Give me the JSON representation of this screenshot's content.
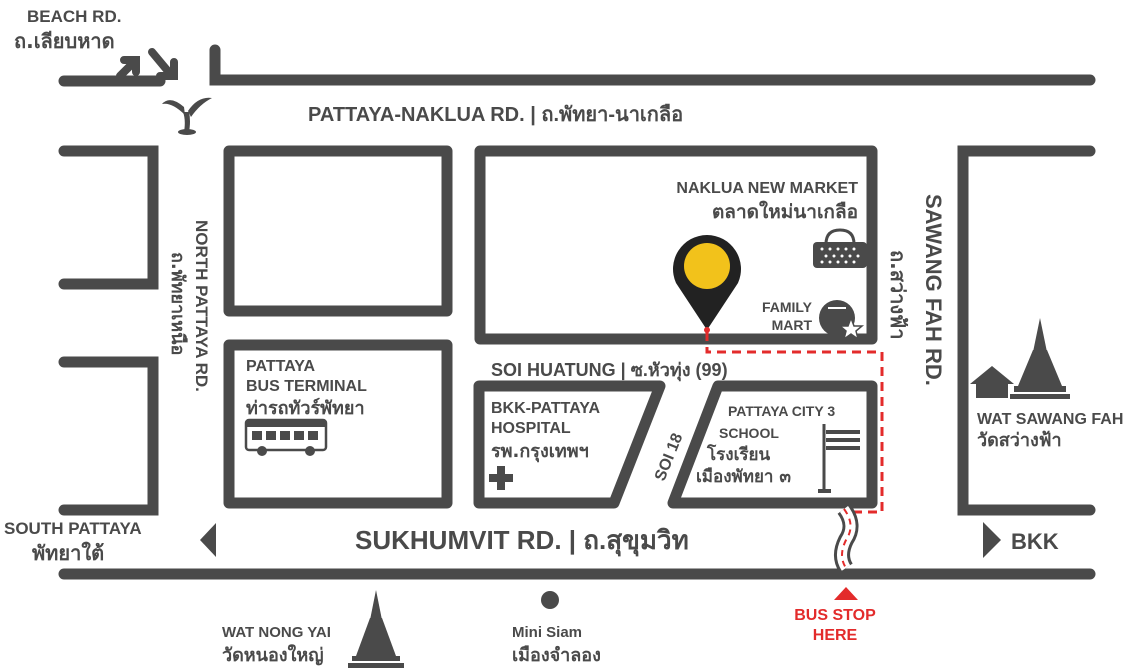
{
  "roads": {
    "beach": {
      "en": "BEACH RD.",
      "th": "ถ.เลียบหาด"
    },
    "naklua": "PATTAYA-NAKLUA RD. | ถ.พัทยา-นาเกลือ",
    "north_pattaya": {
      "en": "NORTH PATTAYA RD.",
      "th": "ถ.พัทยาเหนือ"
    },
    "sawang_fah": {
      "en": "SAWANG FAH RD.",
      "th": "ถ.สว่างฟ้า"
    },
    "soi_huatung": "SOI HUATUNG | ซ.หัวทุ่ง (99)",
    "soi_18": "SOI 18",
    "sukhumvit": "SUKHUMVIT RD. | ถ.สุขุมวิท"
  },
  "directions": {
    "south": {
      "en": "SOUTH PATTAYA",
      "th": "พัทยาใต้"
    },
    "bkk": "BKK"
  },
  "places": {
    "naklua_market": {
      "en": "NAKLUA NEW MARKET",
      "th": "ตลาดใหม่นาเกลือ"
    },
    "family_mart": {
      "line1": "FAMILY",
      "line2": "MART"
    },
    "bus_terminal": {
      "line1": "PATTAYA",
      "line2": "BUS TERMINAL",
      "th": "ท่ารถทัวร์พัทยา"
    },
    "hospital": {
      "line1": "BKK-PATTAYA",
      "line2": "HOSPITAL",
      "th": "รพ.กรุงเทพฯ"
    },
    "school": {
      "line1": "PATTAYA CITY 3",
      "line2": "SCHOOL",
      "th1": "โรงเรียน",
      "th2": "เมืองพัทยา ๓"
    },
    "wat_sawang_fah": {
      "en": "WAT SAWANG FAH",
      "th": "วัดสว่างฟ้า"
    },
    "wat_nong_yai": {
      "en": "WAT NONG YAI",
      "th": "วัดหนองใหญ่"
    },
    "mini_siam": {
      "en": "Mini Siam",
      "th": "เมืองจำลอง"
    }
  },
  "bus_stop": {
    "line1": "BUS STOP",
    "line2": "HERE"
  },
  "colors": {
    "road": "#4a4a4a",
    "accent": "#e32b2b",
    "pin": "#f2c21b"
  }
}
